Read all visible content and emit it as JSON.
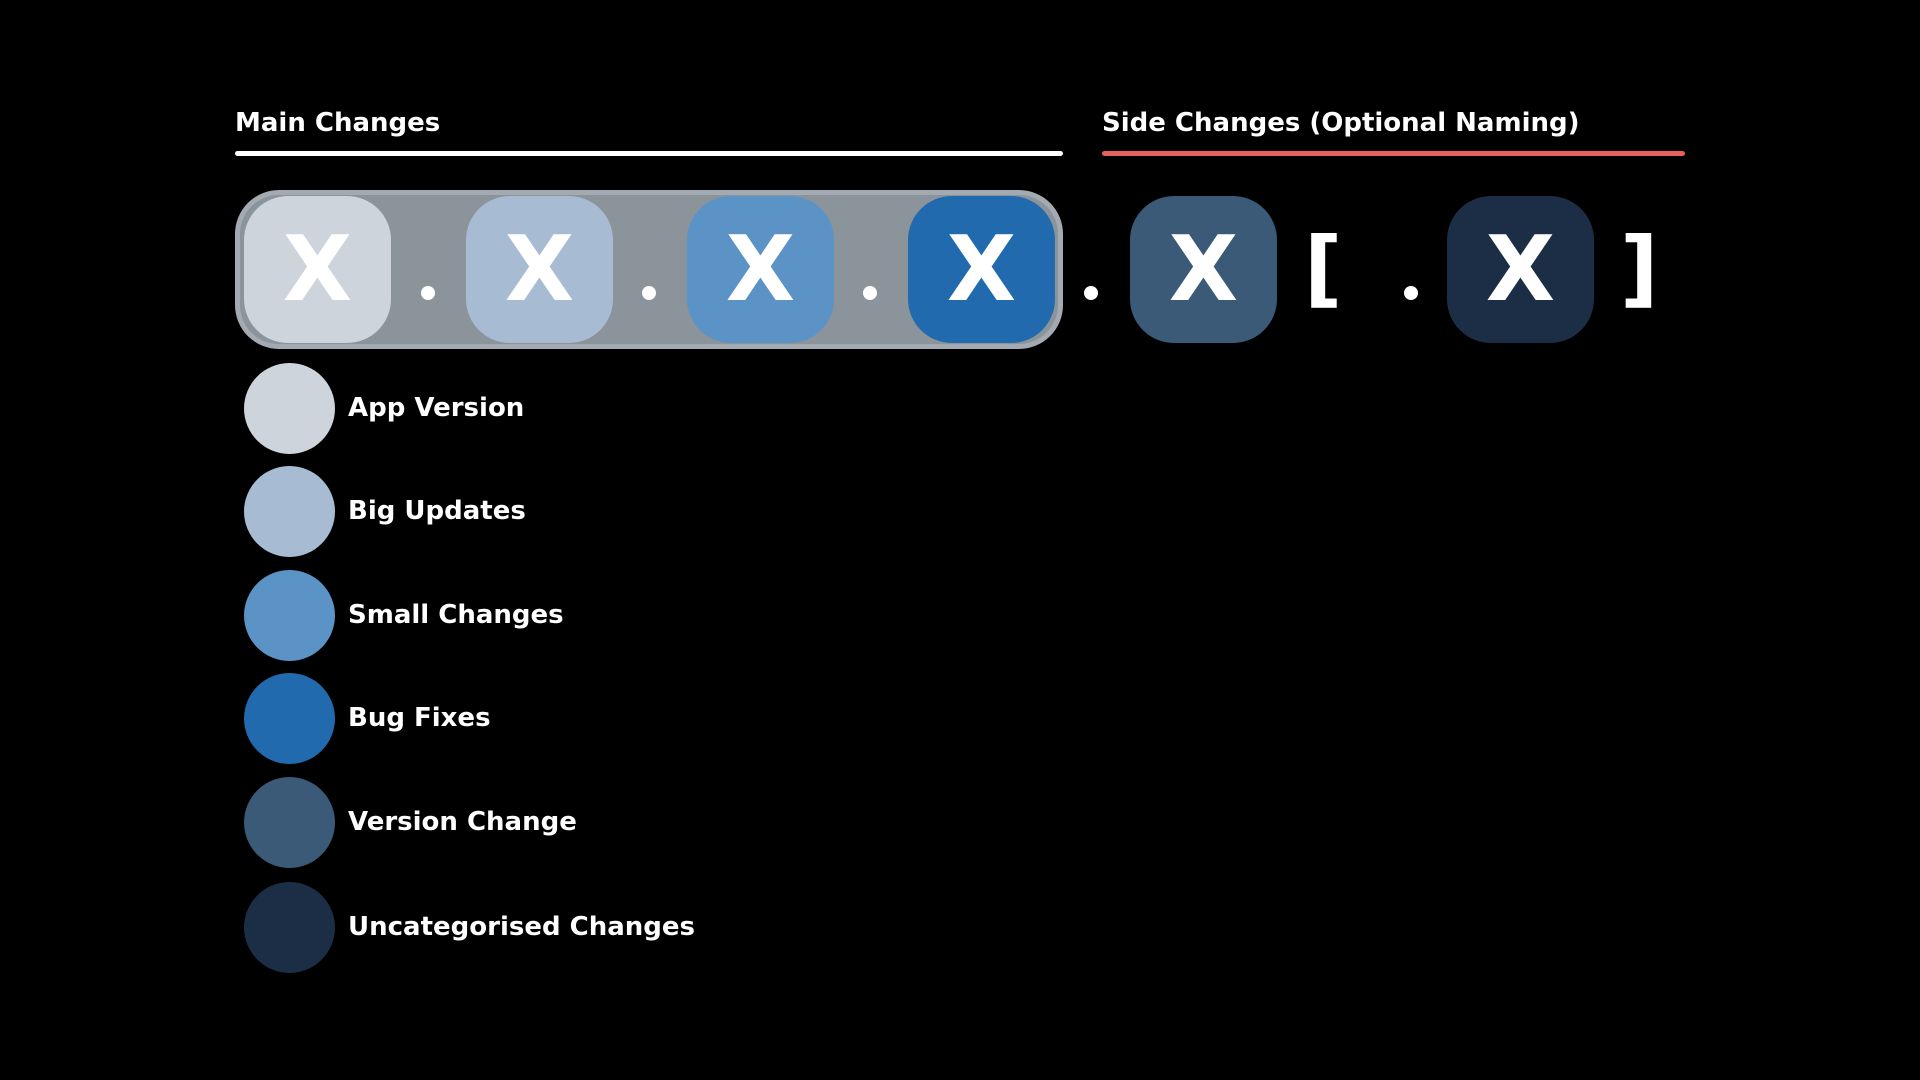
{
  "headings": {
    "main": "Main Changes",
    "side": "Side Changes (Optional Naming)"
  },
  "colors": {
    "background": "#000000",
    "main_rule": "#ffffff",
    "side_rule": "#e8605c",
    "group_box": "#8b939b",
    "app_version": "#ced4dc",
    "big_updates": "#a7bcd3",
    "small_changes": "#5b93c6",
    "bug_fixes": "#216aad",
    "version_change": "#3a5a78",
    "uncategorised": "#1c2e45"
  },
  "version_format": {
    "tiles": [
      {
        "label": "X",
        "color": "#ced4dc"
      },
      {
        "label": "X",
        "color": "#a7bcd3"
      },
      {
        "label": "X",
        "color": "#5b93c6"
      },
      {
        "label": "X",
        "color": "#216aad"
      },
      {
        "label": "X",
        "color": "#3a5a78"
      },
      {
        "label": "X",
        "color": "#1c2e45"
      }
    ],
    "open_bracket": "[",
    "close_bracket": "]"
  },
  "legend": [
    {
      "label": "App Version",
      "color": "#ced4dc"
    },
    {
      "label": "Big Updates",
      "color": "#a7bcd3"
    },
    {
      "label": "Small Changes",
      "color": "#5b93c6"
    },
    {
      "label": "Bug Fixes",
      "color": "#216aad"
    },
    {
      "label": "Version Change",
      "color": "#3a5a78"
    },
    {
      "label": "Uncategorised Changes",
      "color": "#1c2e45"
    }
  ]
}
